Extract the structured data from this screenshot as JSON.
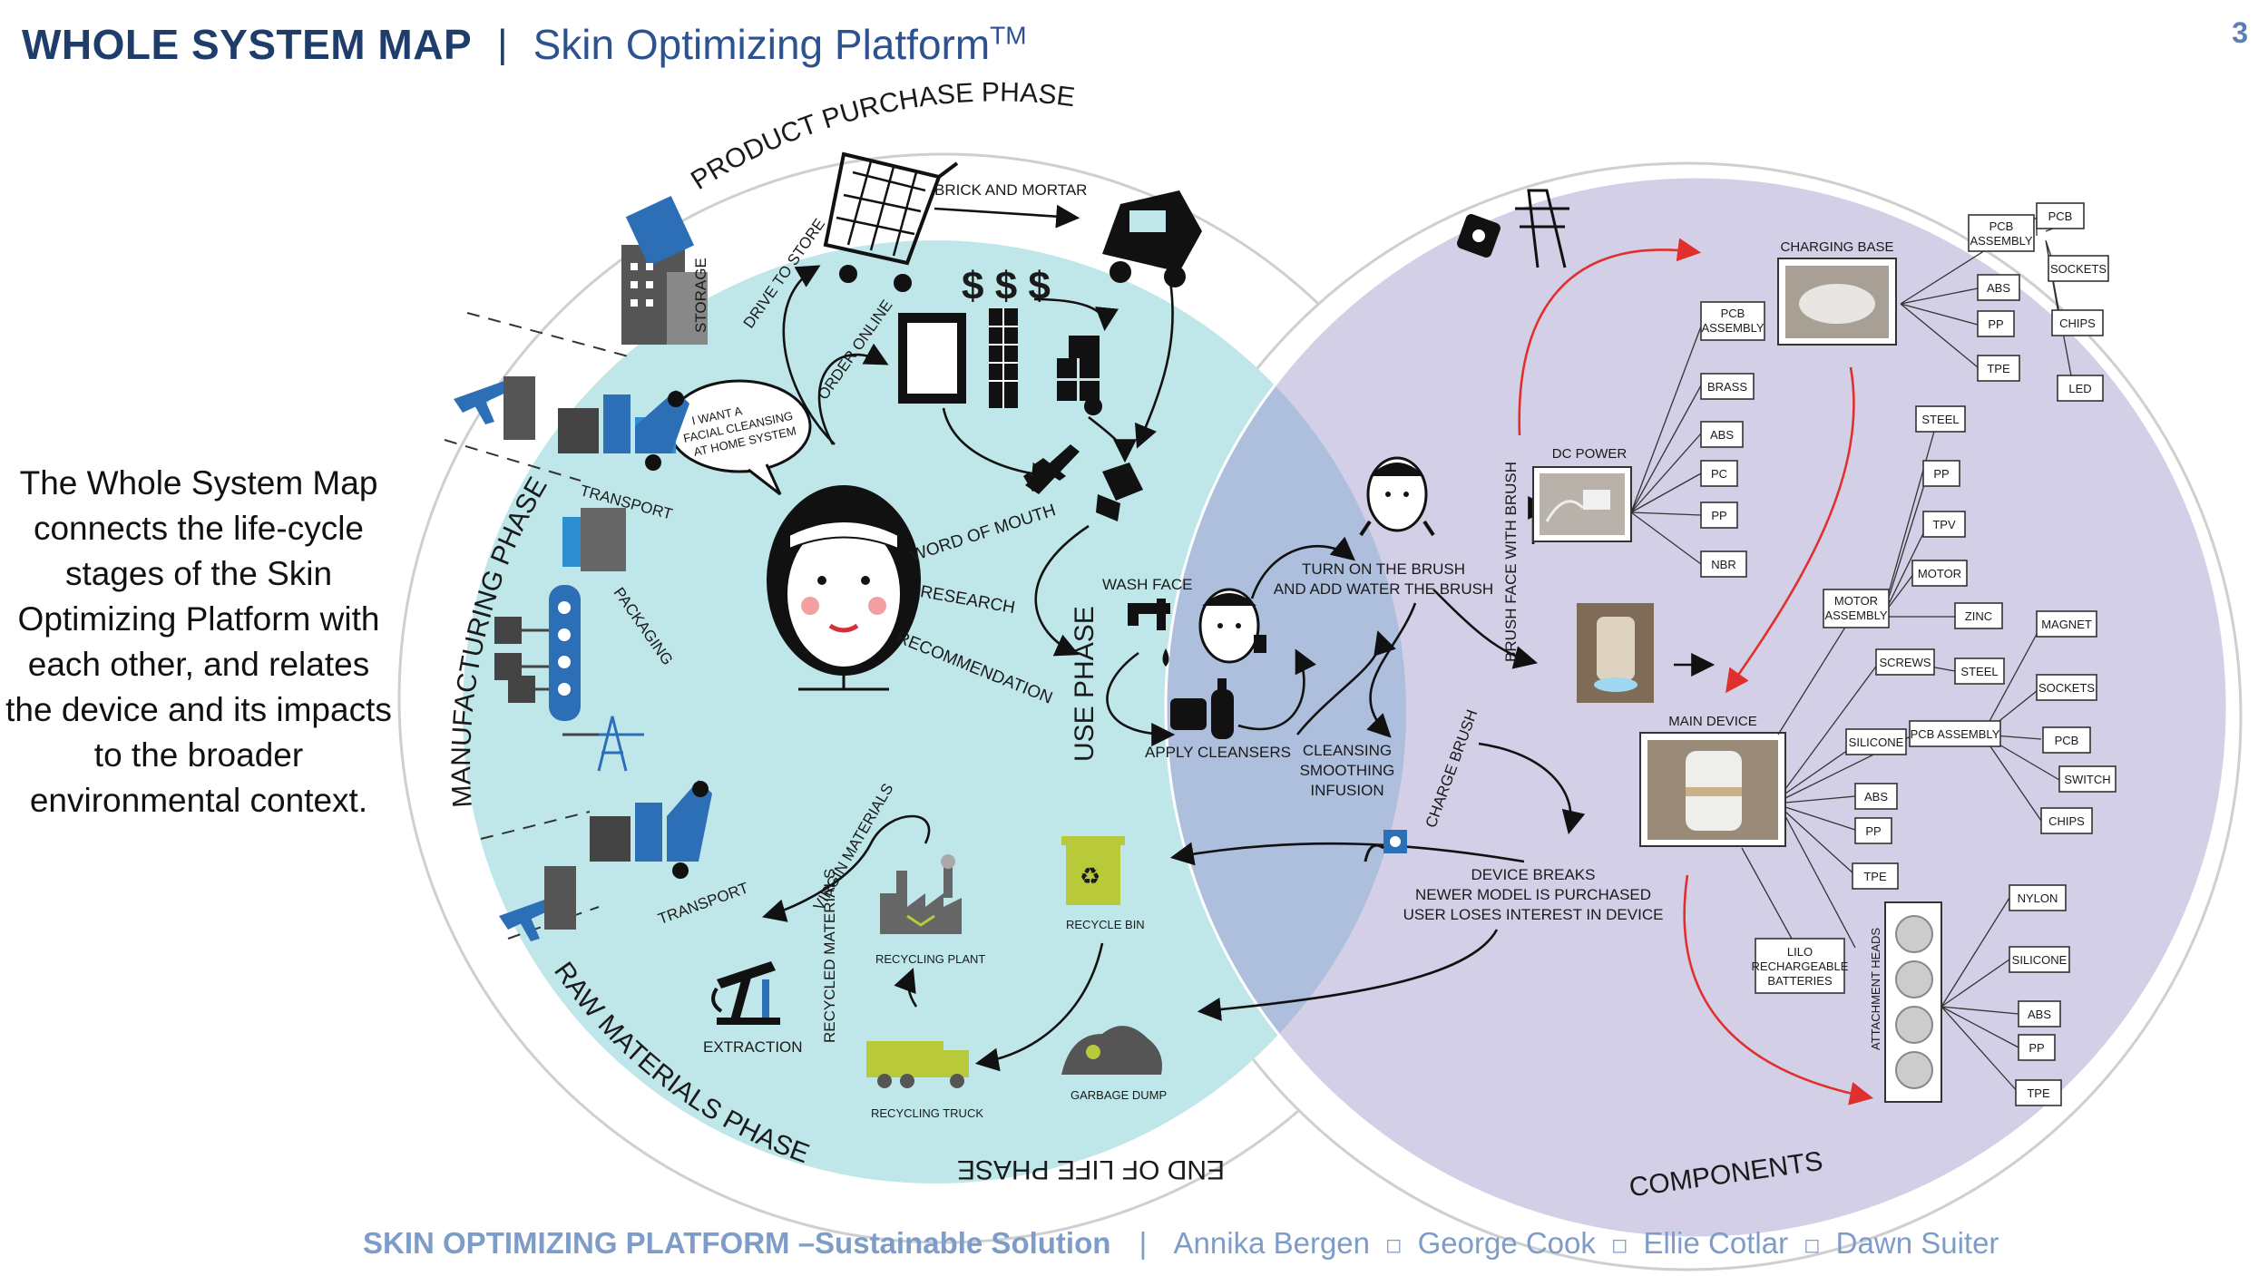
{
  "header": {
    "title": "WHOLE SYSTEM MAP",
    "separator": "|",
    "subtitle": "Skin Optimizing Platform",
    "trademark": "TM",
    "page_number": "3"
  },
  "intro_text": "The Whole System Map connects the life-cycle stages of the Skin Optimizing Platform with each other, and relates the device and its impacts to the broader environmental context.",
  "phases": {
    "product_purchase": "PRODUCT PURCHASE PHASE",
    "manufacturing": "MANUFACTURING PHASE",
    "raw_materials": "RAW MATERIALS PHASE",
    "end_of_life": "END OF LIFE PHASE",
    "use": "USE PHASE",
    "components": "COMPONENTS"
  },
  "purchase": {
    "brick_and_mortar": "BRICK AND MORTAR",
    "drive_to_store": "DRIVE TO STORE",
    "order_online": "ORDER ONLINE",
    "storage": "STORAGE",
    "speech_bubble": [
      "I WANT A",
      "FACIAL CLEANSING",
      "AT HOME SYSTEM"
    ],
    "word_of_mouth": "WORD OF MOUTH",
    "research": "RESEARCH",
    "recommendation": "RECOMMENDATION",
    "money_symbols": "$ $ $"
  },
  "manufacturing": {
    "transport_1": "TRANSPORT",
    "packaging": "PACKAGING",
    "transport_2": "TRANSPORT"
  },
  "raw_materials": {
    "virgin_materials": "VIRGIN MATERIALS",
    "recycled_materials": "RECYCLED MATERIALS",
    "extraction": "EXTRACTION"
  },
  "end_of_life": {
    "recycling_plant": "RECYCLING PLANT",
    "recycle_bin": "RECYCLE BIN",
    "recycling_truck": "RECYCLING TRUCK",
    "garbage_dump": "GARBAGE DUMP",
    "device_breaks": [
      "DEVICE BREAKS",
      "NEWER MODEL IS PURCHASED",
      "USER LOSES INTEREST IN DEVICE"
    ]
  },
  "use": {
    "wash_face": "WASH FACE",
    "apply_cleansers": "APPLY CLEANSERS",
    "turn_on": [
      "TURN ON THE BRUSH",
      "AND ADD WATER THE BRUSH"
    ],
    "cleansing": [
      "CLEANSING",
      "SMOOTHING",
      "INFUSION"
    ],
    "brush_face": "BRUSH FACE WITH BRUSH",
    "charge_brush": "CHARGE BRUSH"
  },
  "components": {
    "charging_base": "CHARGING BASE",
    "dc_power": "DC POWER",
    "main_device": "MAIN DEVICE",
    "attachment_heads": "ATTACHMENT HEADS",
    "charging_base_parts": {
      "pcb_assembly": [
        "PCB",
        "ASSEMBLY"
      ],
      "pcb": "PCB",
      "sockets": "SOCKETS",
      "chips": "CHIPS",
      "led": "LED",
      "abs": "ABS",
      "pp": "PP",
      "tpe": "TPE"
    },
    "dc_power_parts": {
      "pcb_assembly": [
        "PCB",
        "ASSEMBLY"
      ],
      "brass": "BRASS",
      "abs": "ABS",
      "pc": "PC",
      "pp": "PP",
      "nbr": "NBR"
    },
    "motor_parts": {
      "motor_assembly": [
        "MOTOR",
        "ASSEMBLY"
      ],
      "steel": "STEEL",
      "pp": "PP",
      "tpv": "TPV",
      "motor": "MOTOR",
      "zinc": "ZINC"
    },
    "main_device_parts": {
      "screws": "SCREWS",
      "steel": "STEEL",
      "silicone": "SILICONE",
      "pcb_assembly": "PCB ASSEMBLY",
      "magnet": "MAGNET",
      "sockets": "SOCKETS",
      "pcb": "PCB",
      "switch": "SWITCH",
      "chips": "CHIPS",
      "abs": "ABS",
      "pp": "PP",
      "tpe": "TPE",
      "batteries": [
        "LILO",
        "RECHARGEABLE",
        "BATTERIES"
      ]
    },
    "heads_parts": {
      "nylon": "NYLON",
      "silicone": "SILICONE",
      "abs": "ABS",
      "pp": "PP",
      "tpe": "TPE"
    }
  },
  "footer": {
    "project": "SKIN OPTIMIZING PLATFORM –Sustainable Solution",
    "separator": "|",
    "authors": [
      "Annika Bergen",
      "George Cook",
      "Ellie Cotlar",
      "Dawn Suiter"
    ],
    "bullet": "◻"
  },
  "colors": {
    "title_navy": "#1f3d6b",
    "teal_circle": "#bfe7ea",
    "lavender_circle": "#d3cfe6",
    "overlap": "#aebfde",
    "footer_blue": "#7d9cc8",
    "red_arrow": "#e0302e"
  }
}
